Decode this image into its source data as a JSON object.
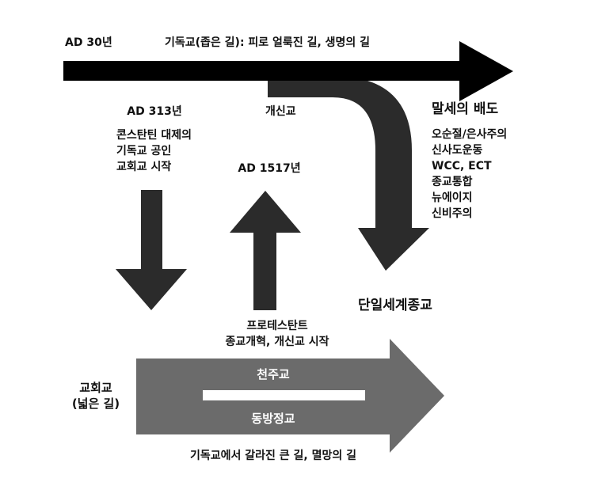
{
  "top_arrow": {
    "year": "AD 30년",
    "title": "기독교(좁은 길): 피로 얼룩진 길, 생명의 길"
  },
  "constantine": {
    "year": "AD 313년",
    "lines": [
      "콘스탄틴 대제의",
      "기독교 공인",
      "교회교 시작"
    ]
  },
  "protestant_branch": {
    "label": "개신교"
  },
  "last_days": {
    "title": "말세의 배도",
    "items": [
      "오순절/은사주의",
      "신사도운동",
      "WCC, ECT",
      "종교통합",
      "뉴에이지",
      "신비주의"
    ]
  },
  "reformation": {
    "year": "AD 1517년",
    "lines": [
      "프로테스탄트",
      "종교개혁, 개신교 시작"
    ]
  },
  "one_world_religion": {
    "label": "단일세계종교"
  },
  "church_religion": {
    "lines": [
      "교회교",
      "(넓은 길)"
    ]
  },
  "broad_arrow": {
    "catholic": "천주교",
    "orthodox": "동방정교",
    "caption": "기독교에서 갈라진 큰 길, 멸망의 길"
  },
  "colors": {
    "narrow_way": "#000000",
    "branch": "#2b2b2b",
    "broad_way": "#6b6b6b",
    "divider": "#ffffff"
  }
}
